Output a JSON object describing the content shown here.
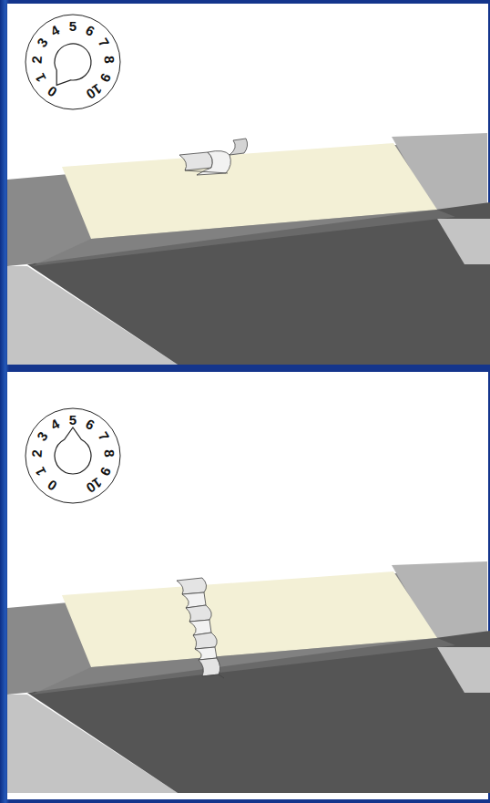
{
  "diagram": {
    "labels": [
      "0",
      "1",
      "2",
      "3",
      "4",
      "5",
      "6",
      "7",
      "8",
      "9",
      "10",
      "0",
      "1",
      "2",
      "3",
      "4",
      "5",
      "6",
      "7",
      "8",
      "9",
      "10"
    ]
  }
}
